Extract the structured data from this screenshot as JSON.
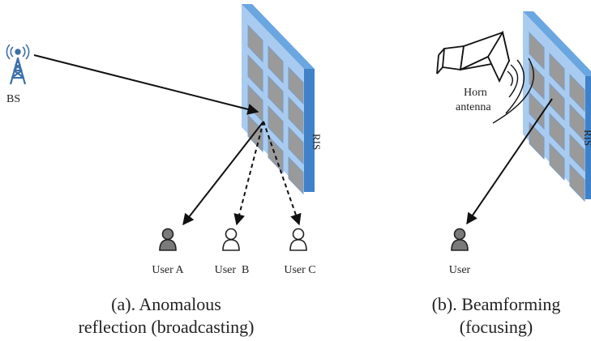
{
  "panel_a": {
    "bs_label": "BS",
    "ris_label": "RIS",
    "users": [
      {
        "label": "User A",
        "filled": true
      },
      {
        "label": "User  B",
        "filled": false
      },
      {
        "label": "User C",
        "filled": false
      }
    ],
    "caption_line1": "(a). Anomalous",
    "caption_line2": "reflection (broadcasting)"
  },
  "panel_b": {
    "horn_label_line1": "Horn",
    "horn_label_line2": "antenna",
    "ris_label": "RIS",
    "user_label": "User",
    "caption_line1": "(b). Beamforming",
    "caption_line2": "(focusing)"
  },
  "colors": {
    "ris_face": "#a9cbef",
    "ris_side": "#3f82c9",
    "ris_top": "#6aa6e0",
    "element": "#9a9a9a",
    "user_fill": "#7a7a7a",
    "bs_color": "#3b6fa8",
    "line": "#111111"
  }
}
